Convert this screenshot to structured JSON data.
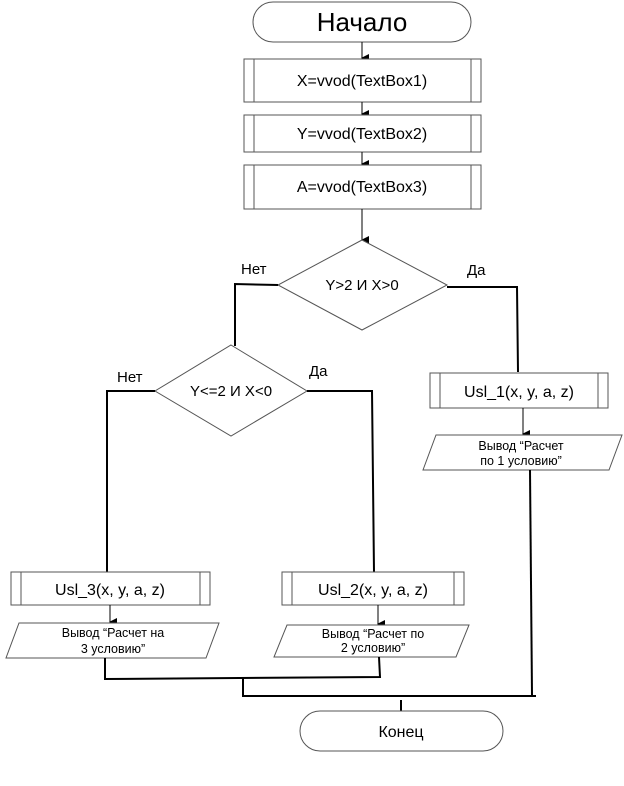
{
  "diagram": {
    "start": "Начало",
    "end": "Конец",
    "inputs": [
      "X=vvod(TextBox1)",
      "Y=vvod(TextBox2)",
      "A=vvod(TextBox3)"
    ],
    "decision1": {
      "condition": "Y>2 И X>0",
      "no": "Нет",
      "yes": "Да"
    },
    "decision2": {
      "condition": "Y<=2 И X<0",
      "no": "Нет",
      "yes": "Да"
    },
    "proc1": "Usl_1(x, y, a, z)",
    "proc2": "Usl_2(x, y, a, z)",
    "proc3": "Usl_3(x, y, a, z)",
    "out1": [
      "Вывод “Расчет",
      "по 1 условию”"
    ],
    "out2": [
      "Вывод “Расчет по",
      "2 условию”"
    ],
    "out3": [
      "Вывод “Расчет на",
      "3 условию”"
    ]
  },
  "colors": {
    "stroke": "#000000",
    "shape_stroke": "#555555",
    "background": "#ffffff"
  }
}
